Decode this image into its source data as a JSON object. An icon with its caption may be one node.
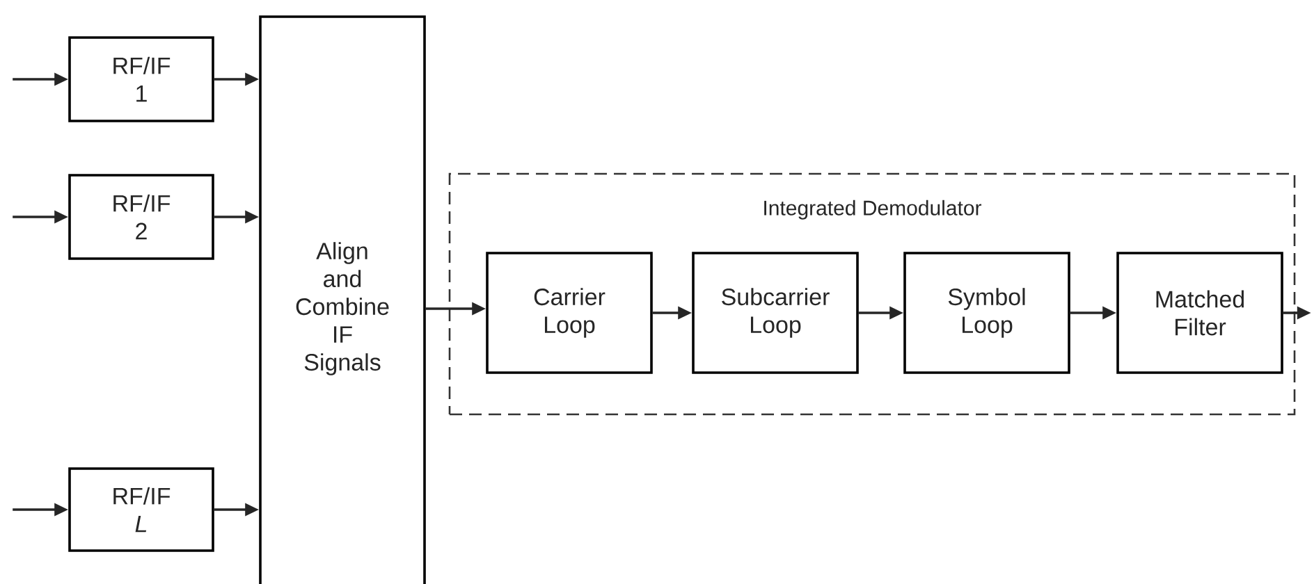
{
  "diagram": {
    "nodes": [
      {
        "text": [
          "RF/IF 1"
        ]
      },
      {
        "text": [
          "RF/IF 2"
        ]
      },
      {
        "text": [
          "RF/IF *L*"
        ]
      },
      {
        "text": [
          "Align and Combine IF Signals"
        ]
      },
      {
        "text": [
          "Integrated Demodulator"
        ]
      },
      {
        "text": [
          "Carrier Loop"
        ],
        "in": 4
      },
      {
        "text": [
          "Subcarrier Loop"
        ],
        "in": 4
      },
      {
        "text": [
          "Symbol Loop"
        ],
        "in": 4
      },
      {
        "text": [
          "Matched Filter"
        ],
        "in": 4
      }
    ],
    "edges": [
      {
        "from": null,
        "to": 0,
        "arrow": "to"
      },
      {
        "from": null,
        "to": 1,
        "arrow": "to"
      },
      {
        "from": null,
        "to": 2,
        "arrow": "to"
      },
      {
        "from": 0,
        "to": 3,
        "arrow": "to"
      },
      {
        "from": 1,
        "to": 3,
        "arrow": "to"
      },
      {
        "from": 2,
        "to": 3,
        "arrow": "to"
      },
      {
        "from": 3,
        "to": 5,
        "arrow": "to"
      },
      {
        "from": 5,
        "to": 6,
        "arrow": "to"
      },
      {
        "from": 6,
        "to": 7,
        "arrow": "to"
      },
      {
        "from": 7,
        "to": 8,
        "arrow": "to"
      },
      {
        "from": 8,
        "to": null,
        "arrow": "to"
      }
    ]
  }
}
